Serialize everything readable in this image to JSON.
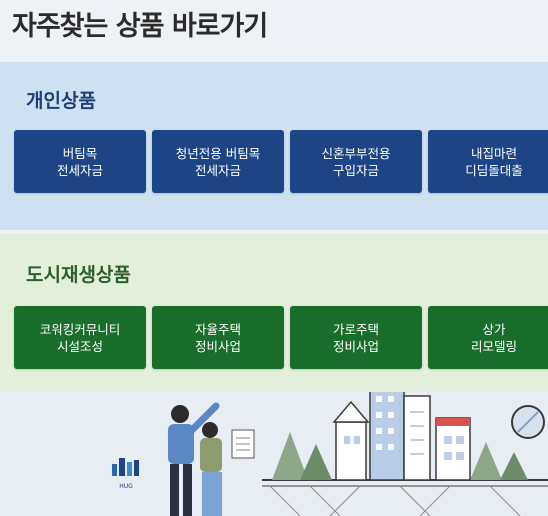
{
  "header": {
    "title": "자주찾는 상품 바로가기"
  },
  "personal": {
    "heading": "개인상품",
    "buttons": [
      {
        "label": "버팀목\n전세자금"
      },
      {
        "label": "청년전용 버팀목\n전세자금"
      },
      {
        "label": "신혼부부전용\n구입자금"
      },
      {
        "label": "내집마련\n디딤돌대출"
      }
    ]
  },
  "urban": {
    "heading": "도시재생상품",
    "buttons": [
      {
        "label": "코워킹커뮤니티\n시설조성"
      },
      {
        "label": "자율주택\n정비사업"
      },
      {
        "label": "가로주택\n정비사업"
      },
      {
        "label": "상가\n리모델링"
      }
    ]
  },
  "illustration": {
    "logo_text": "HUG",
    "icons": [
      "people-icon",
      "city-buildings-icon",
      "trees-icon",
      "magnifier-icon"
    ]
  },
  "colors": {
    "personal_bg": "#cfe0f1",
    "personal_button": "#1d4585",
    "urban_bg": "#e3eedb",
    "urban_button": "#1a6e2c"
  }
}
